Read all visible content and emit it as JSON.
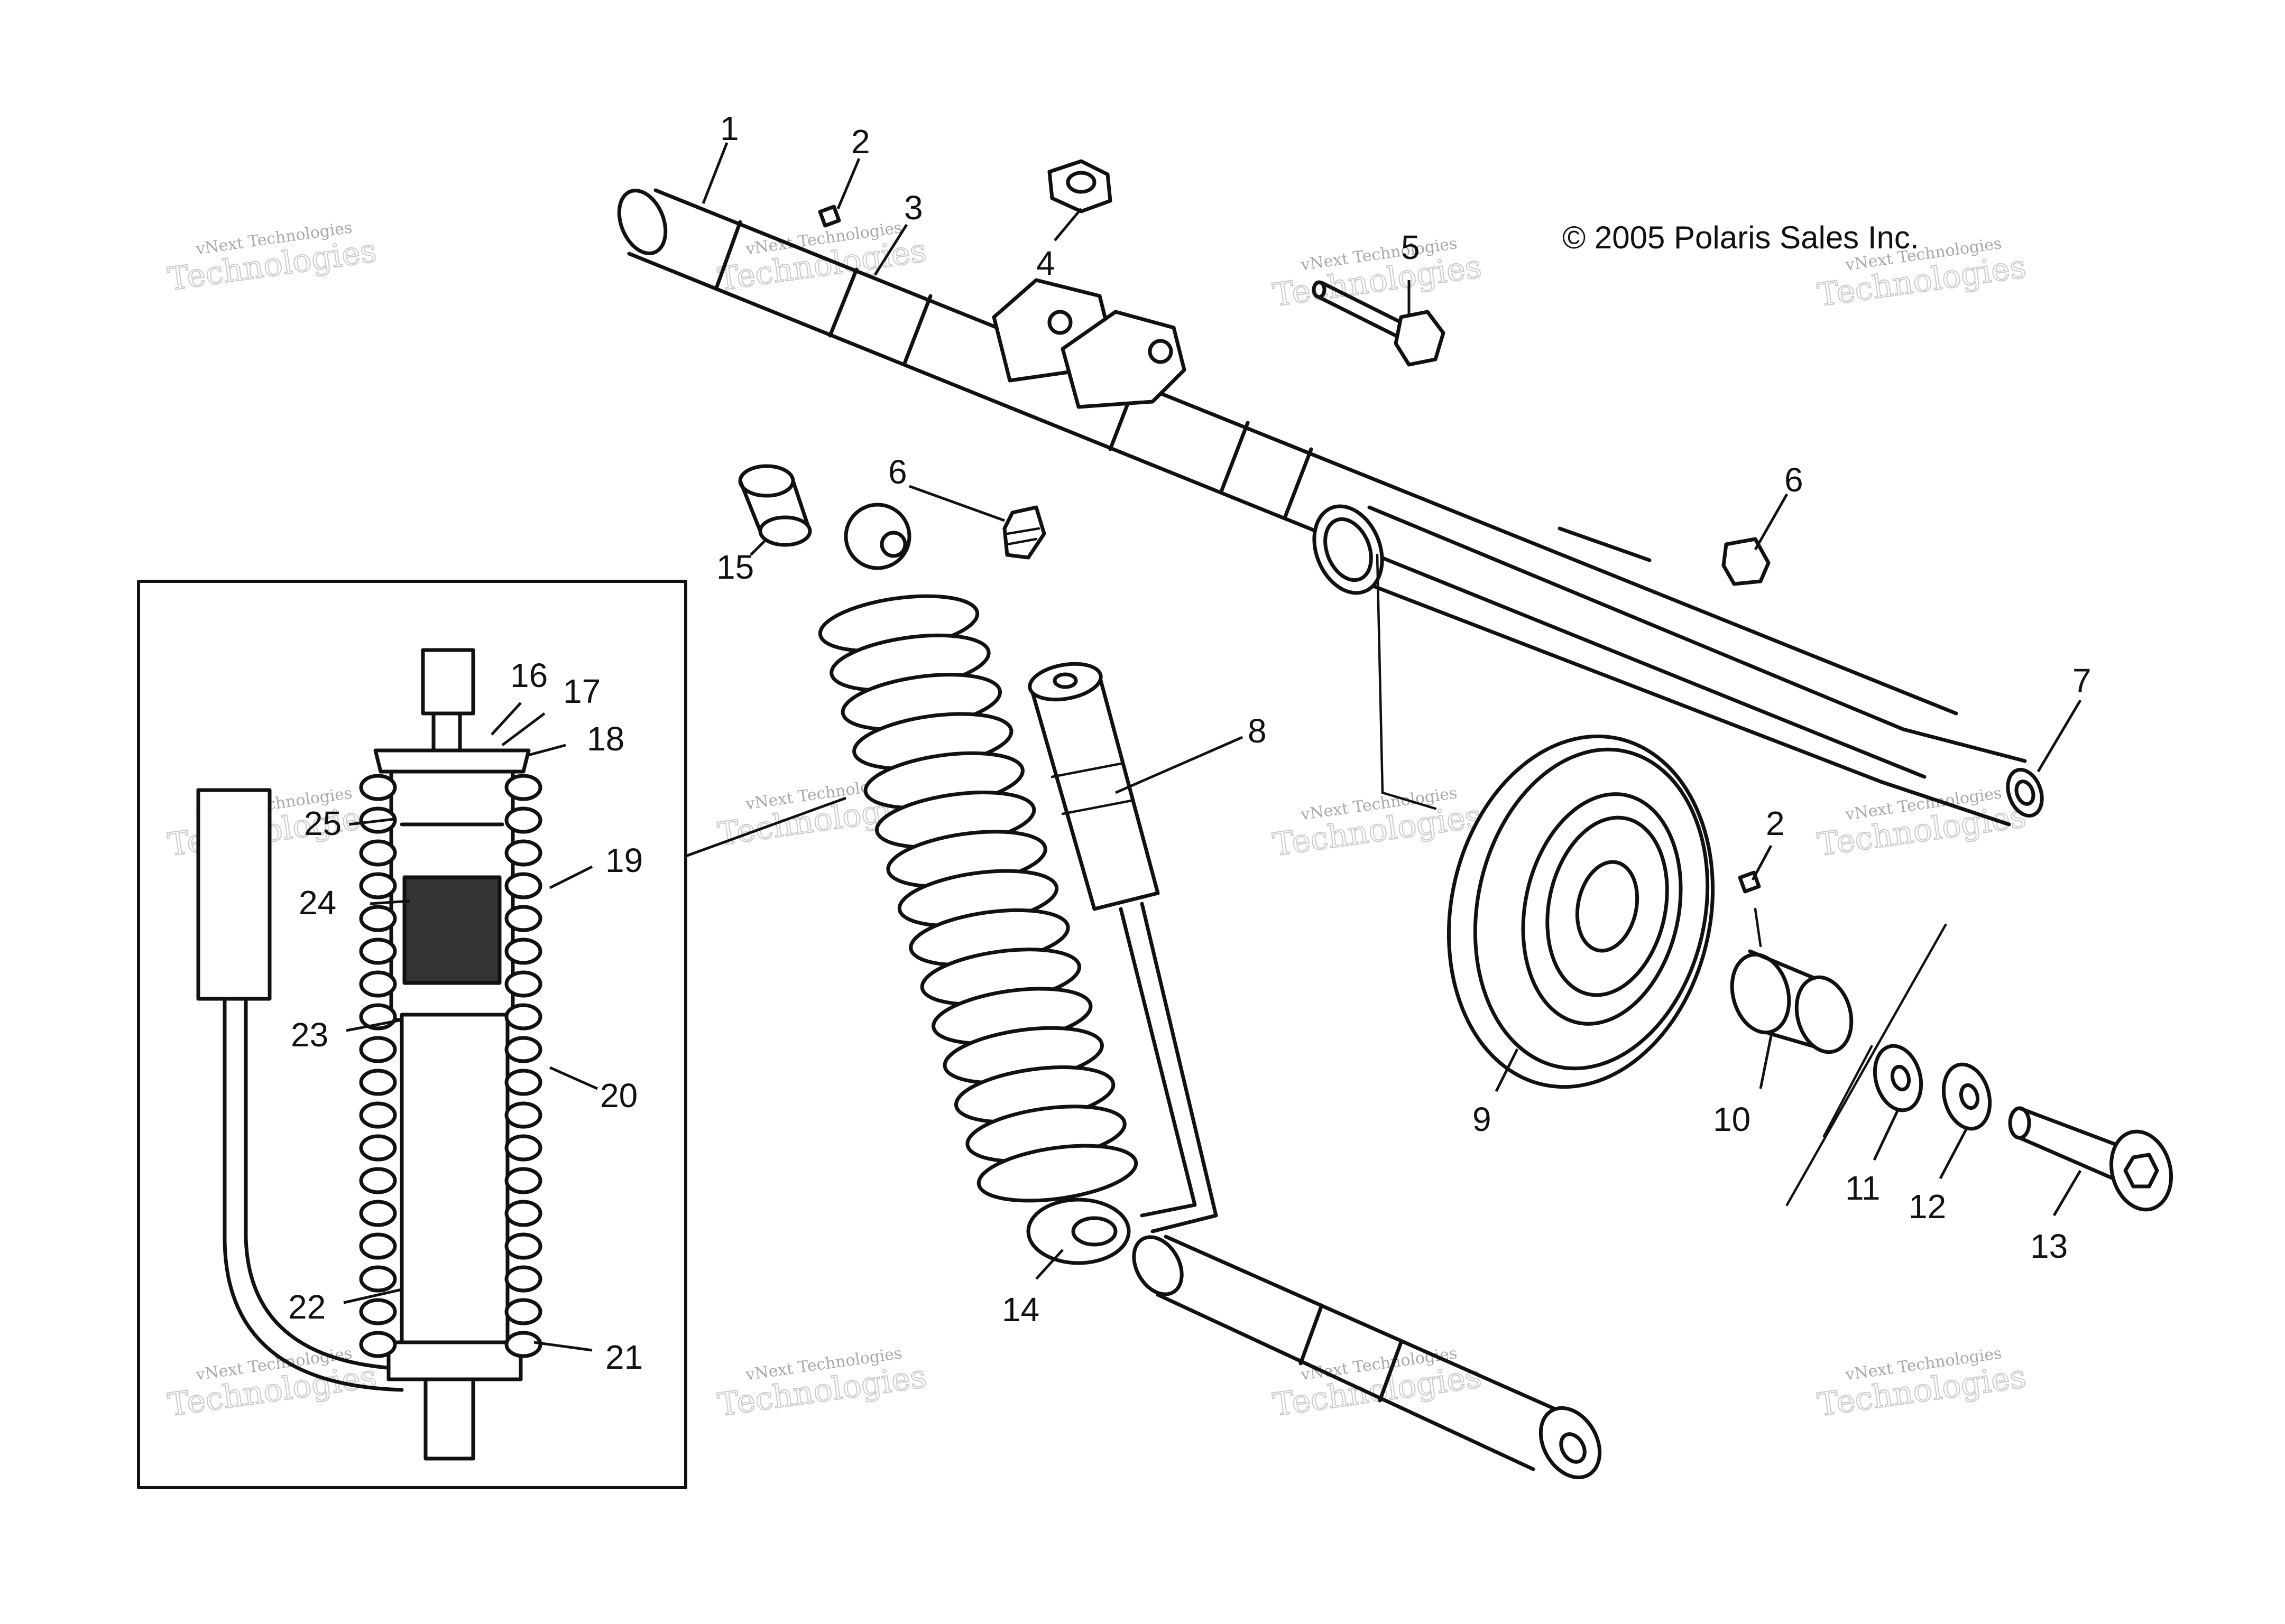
{
  "copyright": "© 2005 Polaris Sales Inc.",
  "watermark": {
    "small": "vNext Technologies",
    "big": "Technologies",
    "top": "vNext"
  },
  "callouts": {
    "c1": "1",
    "c2a": "2",
    "c2b": "2",
    "c3": "3",
    "c4": "4",
    "c5": "5",
    "c6a": "6",
    "c6b": "6",
    "c7": "7",
    "c8": "8",
    "c9": "9",
    "c10": "10",
    "c11": "11",
    "c12": "12",
    "c13": "13",
    "c14": "14",
    "c15": "15",
    "c16": "16",
    "c17": "17",
    "c18": "18",
    "c19": "19",
    "c20": "20",
    "c21": "21",
    "c22": "22",
    "c23": "23",
    "c24": "24",
    "c25": "25"
  }
}
